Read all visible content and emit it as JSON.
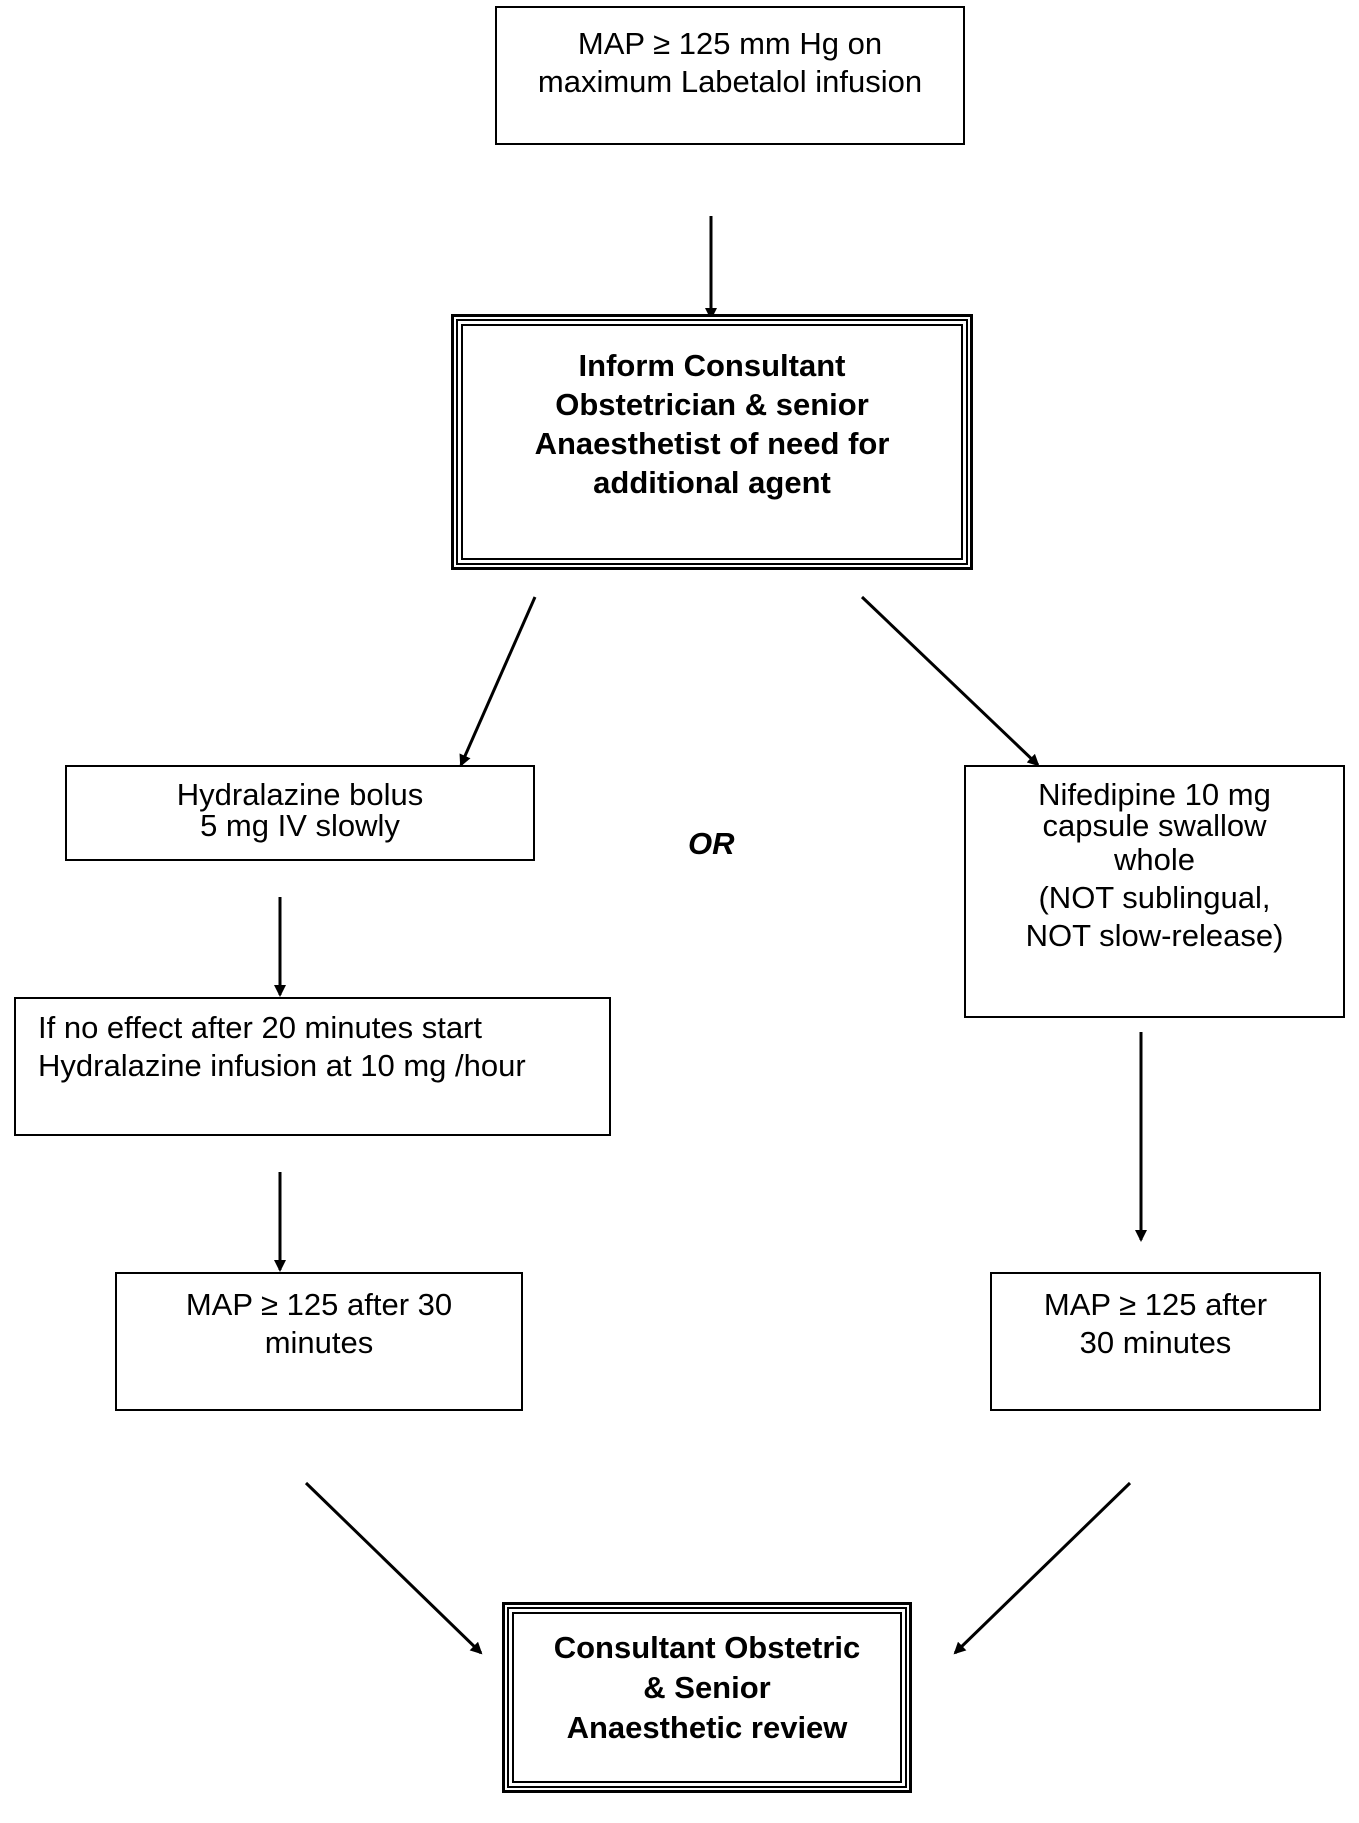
{
  "nodes": {
    "start": {
      "lines": [
        "MAP ≥ 125 mm Hg on",
        "maximum Labetalol infusion"
      ]
    },
    "inform": {
      "lines": [
        "Inform Consultant",
        "Obstetrician & senior",
        "Anaesthetist of need for",
        "additional agent"
      ]
    },
    "hydralazine_bolus": {
      "lines": [
        "Hydralazine bolus",
        "5 mg IV slowly"
      ]
    },
    "nifedipine": {
      "lines": [
        "Nifedipine 10 mg",
        "capsule swallow",
        "whole",
        "(NOT sublingual,",
        "NOT slow-release)"
      ]
    },
    "hydralazine_infusion": {
      "lines": [
        "If no effect after 20 minutes start",
        "Hydralazine infusion at 10 mg /hour"
      ]
    },
    "map_left": {
      "lines": [
        "MAP ≥ 125 after 30",
        "minutes"
      ]
    },
    "map_right": {
      "lines": [
        "MAP ≥ 125 after",
        "30 minutes"
      ]
    },
    "review": {
      "lines": [
        "Consultant Obstetric",
        "& Senior",
        "Anaesthetic review"
      ]
    }
  },
  "or_label": "OR",
  "colors": {
    "line": "#000000",
    "background": "#ffffff"
  }
}
